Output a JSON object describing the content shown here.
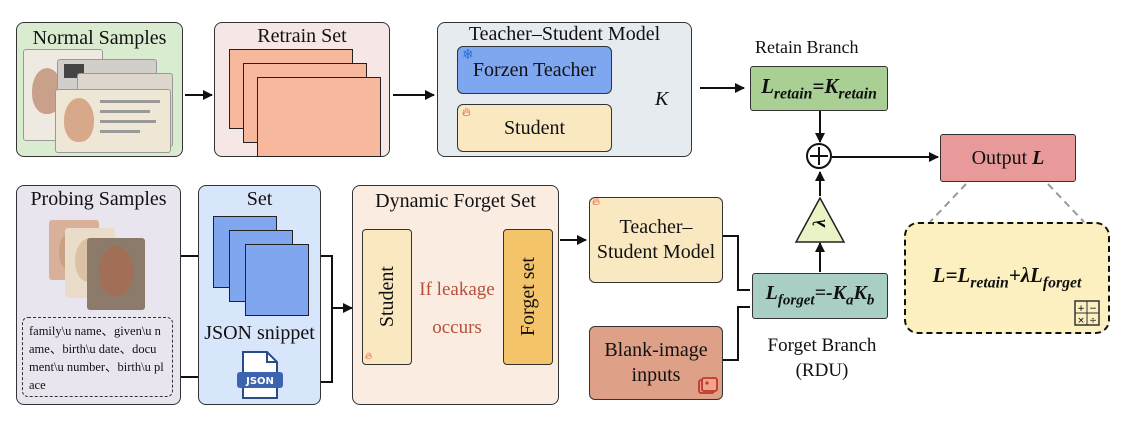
{
  "normal_samples": {
    "title": "Normal Samples"
  },
  "retrain_set": {
    "title": "Retrain Set"
  },
  "ts_model_top": {
    "title": "Teacher–Student Model",
    "teacher": "Forzen Teacher",
    "student": "Student",
    "link_label": "K"
  },
  "retain_branch": {
    "label": "Retain Branch",
    "formula_lhs": "L",
    "formula_lhs_sub": "retain",
    "formula_eq": "=",
    "formula_rhs": "K",
    "formula_rhs_sub": "retain"
  },
  "combine": {
    "symbol": "⊕",
    "lambda": "λ"
  },
  "output": {
    "label": "Output ",
    "symbol": "L"
  },
  "probing_samples": {
    "title": "Probing Samples",
    "fields_text": "family\\u name、given\\u name、birth\\u date、document\\u number、birth\\u place"
  },
  "set_panel": {
    "title": "Set",
    "json_label": "JSON snippet",
    "json_badge": "JSON"
  },
  "dynamic_forget": {
    "title": "Dynamic Forget Set",
    "student": "Student",
    "arrow_text_1": "If leakage",
    "arrow_text_2": "occurs",
    "forget_set": "Forget set"
  },
  "ts_model_bottom": {
    "label_1": "Teacher–",
    "label_2": "Student Model"
  },
  "blank_inputs": {
    "label_1": "Blank-image",
    "label_2": "inputs"
  },
  "forget_formula": {
    "lhs": "L",
    "lhs_sub": "forget",
    "eq": "=-",
    "k1": "K",
    "k1_sub": "a",
    "k2": "K",
    "k2_sub": "b"
  },
  "forget_branch": {
    "label_1": "Forget Branch",
    "label_2": "(RDU)"
  },
  "total_loss": {
    "l": "L",
    "eq": "=",
    "l1": "L",
    "l1_sub": "retain",
    "plus": "+λ",
    "l2": "L",
    "l2_sub": "forget"
  },
  "colors": {
    "normal_bg": "#d9ecd0",
    "retrain_bg": "#f7e6e6",
    "ts_bg": "#e6ebf0",
    "teacher": "#7ea7f0",
    "student": "#fae8c0",
    "retain_box": "#a9cf95",
    "output_box": "#e89a9a",
    "probe_bg": "#e9e5ef",
    "set_bg": "#d8e6fb",
    "dynamic_bg": "#fbece2",
    "forget_set": "#f4c46b",
    "forget_formula_box": "#a9cfc4",
    "blank_box": "#dea087",
    "total_bg": "#fcf0c0"
  }
}
